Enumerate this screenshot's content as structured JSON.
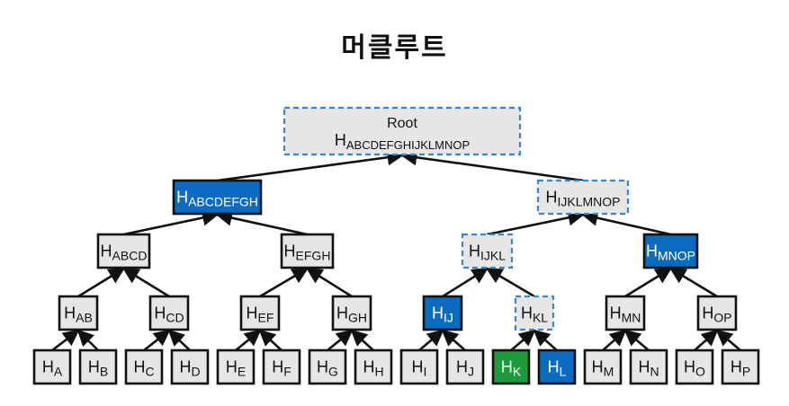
{
  "title": "머클루트",
  "colors": {
    "normal_fill": "#e6e6e6",
    "normal_stroke": "#111111",
    "highlight_fill": "#0a6bc1",
    "target_fill": "#1e9a3c",
    "dashed_stroke": "#3a86c8",
    "text_dark": "#111111",
    "text_light": "#ffffff"
  },
  "nodes": [
    {
      "id": "root",
      "lines": [
        {
          "main": "Root",
          "sub": ""
        },
        {
          "main": "H",
          "sub": "ABCDEFGHIJKLMNOP"
        }
      ],
      "style": "dashed"
    },
    {
      "id": "h-abcdefgh",
      "lines": [
        {
          "main": "H",
          "sub": "ABCDEFGH"
        }
      ],
      "style": "blue"
    },
    {
      "id": "h-ijklmnop",
      "lines": [
        {
          "main": "H",
          "sub": "IJKLMNOP"
        }
      ],
      "style": "dashed"
    },
    {
      "id": "h-abcd",
      "lines": [
        {
          "main": "H",
          "sub": "ABCD"
        }
      ],
      "style": "normal"
    },
    {
      "id": "h-efgh",
      "lines": [
        {
          "main": "H",
          "sub": "EFGH"
        }
      ],
      "style": "normal"
    },
    {
      "id": "h-ijkl",
      "lines": [
        {
          "main": "H",
          "sub": "IJKL"
        }
      ],
      "style": "dashed"
    },
    {
      "id": "h-mnop",
      "lines": [
        {
          "main": "H",
          "sub": "MNOP"
        }
      ],
      "style": "blue"
    },
    {
      "id": "h-ab",
      "lines": [
        {
          "main": "H",
          "sub": "AB"
        }
      ],
      "style": "normal"
    },
    {
      "id": "h-cd",
      "lines": [
        {
          "main": "H",
          "sub": "CD"
        }
      ],
      "style": "normal"
    },
    {
      "id": "h-ef",
      "lines": [
        {
          "main": "H",
          "sub": "EF"
        }
      ],
      "style": "normal"
    },
    {
      "id": "h-gh",
      "lines": [
        {
          "main": "H",
          "sub": "GH"
        }
      ],
      "style": "normal"
    },
    {
      "id": "h-ij",
      "lines": [
        {
          "main": "H",
          "sub": "IJ"
        }
      ],
      "style": "blue"
    },
    {
      "id": "h-kl",
      "lines": [
        {
          "main": "H",
          "sub": "KL"
        }
      ],
      "style": "dashed"
    },
    {
      "id": "h-mn",
      "lines": [
        {
          "main": "H",
          "sub": "MN"
        }
      ],
      "style": "normal"
    },
    {
      "id": "h-op",
      "lines": [
        {
          "main": "H",
          "sub": "OP"
        }
      ],
      "style": "normal"
    },
    {
      "id": "h-a",
      "lines": [
        {
          "main": "H",
          "sub": "A"
        }
      ],
      "style": "normal"
    },
    {
      "id": "h-b",
      "lines": [
        {
          "main": "H",
          "sub": "B"
        }
      ],
      "style": "normal"
    },
    {
      "id": "h-c",
      "lines": [
        {
          "main": "H",
          "sub": "C"
        }
      ],
      "style": "normal"
    },
    {
      "id": "h-d",
      "lines": [
        {
          "main": "H",
          "sub": "D"
        }
      ],
      "style": "normal"
    },
    {
      "id": "h-e",
      "lines": [
        {
          "main": "H",
          "sub": "E"
        }
      ],
      "style": "normal"
    },
    {
      "id": "h-f",
      "lines": [
        {
          "main": "H",
          "sub": "F"
        }
      ],
      "style": "normal"
    },
    {
      "id": "h-g",
      "lines": [
        {
          "main": "H",
          "sub": "G"
        }
      ],
      "style": "normal"
    },
    {
      "id": "h-h",
      "lines": [
        {
          "main": "H",
          "sub": "H"
        }
      ],
      "style": "normal"
    },
    {
      "id": "h-i",
      "lines": [
        {
          "main": "H",
          "sub": "I"
        }
      ],
      "style": "normal"
    },
    {
      "id": "h-j",
      "lines": [
        {
          "main": "H",
          "sub": "J"
        }
      ],
      "style": "normal"
    },
    {
      "id": "h-k",
      "lines": [
        {
          "main": "H",
          "sub": "K"
        }
      ],
      "style": "green"
    },
    {
      "id": "h-l",
      "lines": [
        {
          "main": "H",
          "sub": "L"
        }
      ],
      "style": "blue"
    },
    {
      "id": "h-m",
      "lines": [
        {
          "main": "H",
          "sub": "M"
        }
      ],
      "style": "normal"
    },
    {
      "id": "h-n",
      "lines": [
        {
          "main": "H",
          "sub": "N"
        }
      ],
      "style": "normal"
    },
    {
      "id": "h-o",
      "lines": [
        {
          "main": "H",
          "sub": "O"
        }
      ],
      "style": "normal"
    },
    {
      "id": "h-p",
      "lines": [
        {
          "main": "H",
          "sub": "P"
        }
      ],
      "style": "normal"
    }
  ],
  "edges": [
    [
      "h-abcdefgh",
      "root"
    ],
    [
      "h-ijklmnop",
      "root"
    ],
    [
      "h-abcd",
      "h-abcdefgh"
    ],
    [
      "h-efgh",
      "h-abcdefgh"
    ],
    [
      "h-ijkl",
      "h-ijklmnop"
    ],
    [
      "h-mnop",
      "h-ijklmnop"
    ],
    [
      "h-ab",
      "h-abcd"
    ],
    [
      "h-cd",
      "h-abcd"
    ],
    [
      "h-ef",
      "h-efgh"
    ],
    [
      "h-gh",
      "h-efgh"
    ],
    [
      "h-ij",
      "h-ijkl"
    ],
    [
      "h-kl",
      "h-ijkl"
    ],
    [
      "h-mn",
      "h-mnop"
    ],
    [
      "h-op",
      "h-mnop"
    ],
    [
      "h-a",
      "h-ab"
    ],
    [
      "h-b",
      "h-ab"
    ],
    [
      "h-c",
      "h-cd"
    ],
    [
      "h-d",
      "h-cd"
    ],
    [
      "h-e",
      "h-ef"
    ],
    [
      "h-f",
      "h-ef"
    ],
    [
      "h-g",
      "h-gh"
    ],
    [
      "h-h",
      "h-gh"
    ],
    [
      "h-i",
      "h-ij"
    ],
    [
      "h-j",
      "h-ij"
    ],
    [
      "h-k",
      "h-kl"
    ],
    [
      "h-l",
      "h-kl"
    ],
    [
      "h-m",
      "h-mn"
    ],
    [
      "h-n",
      "h-mn"
    ],
    [
      "h-o",
      "h-op"
    ],
    [
      "h-p",
      "h-op"
    ]
  ]
}
